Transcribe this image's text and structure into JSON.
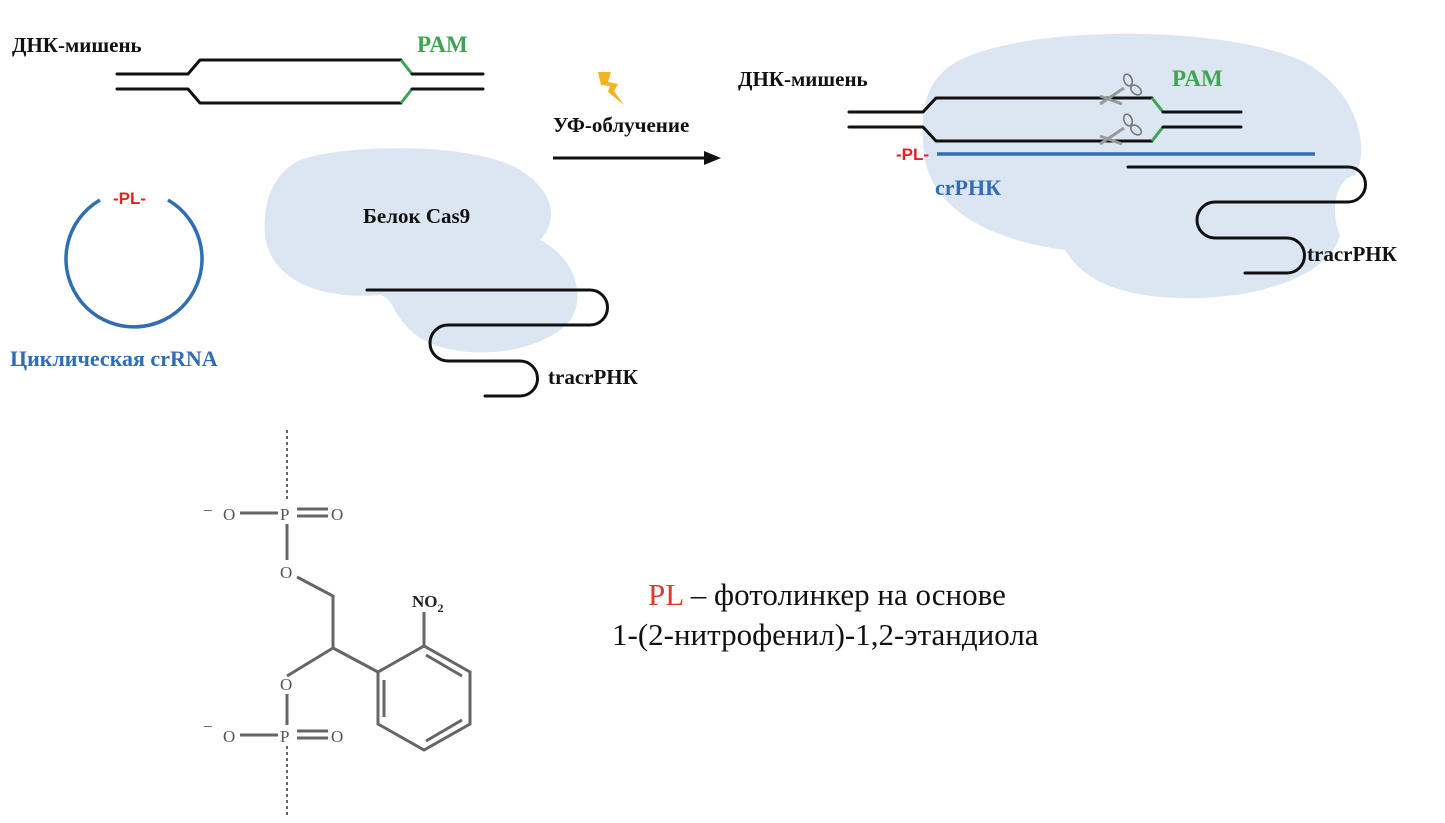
{
  "left_panel": {
    "dna_target_label": "ДНК-мишень",
    "pam_label": "PAM",
    "pl_label": "-PL-",
    "cyclic_crrna_label": "Циклическая crRNA",
    "cas9_label": "Белок Cas9",
    "tracr_label": "tracrРНК"
  },
  "reaction": {
    "label": "УФ-облучение",
    "icon": "lightning-bolt-icon",
    "arrow": "right-arrow"
  },
  "right_panel": {
    "dna_target_label": "ДНК-мишень",
    "pam_label": "PAM",
    "pl_label": "-PL-",
    "crrna_label": "crРНК",
    "tracr_label": "tracrРНК",
    "cut_icons": [
      "scissors-icon",
      "scissors-icon"
    ]
  },
  "chemical_structure": {
    "atoms": {
      "o_minus_top": "O",
      "p_top": "P",
      "o_double_top": "O",
      "o_ester_top": "O",
      "nitro": "NO",
      "nitro_sub": "2",
      "o_ester_bottom": "O",
      "o_minus_bottom": "O",
      "p_bottom": "P",
      "o_double_bottom": "O",
      "minus_sign": "−"
    }
  },
  "caption": {
    "highlight": "PL",
    "line1_rest": " – фотолинкер на основе",
    "line2": "1-(2-нитрофенил)-1,2-этандиола"
  },
  "colors": {
    "pam_green": "#3ea44f",
    "rna_blue": "#2f6db5",
    "pl_red": "#e02424",
    "protein_blob": "#dce6f2",
    "bolt_yellow": "#f2b51d"
  }
}
